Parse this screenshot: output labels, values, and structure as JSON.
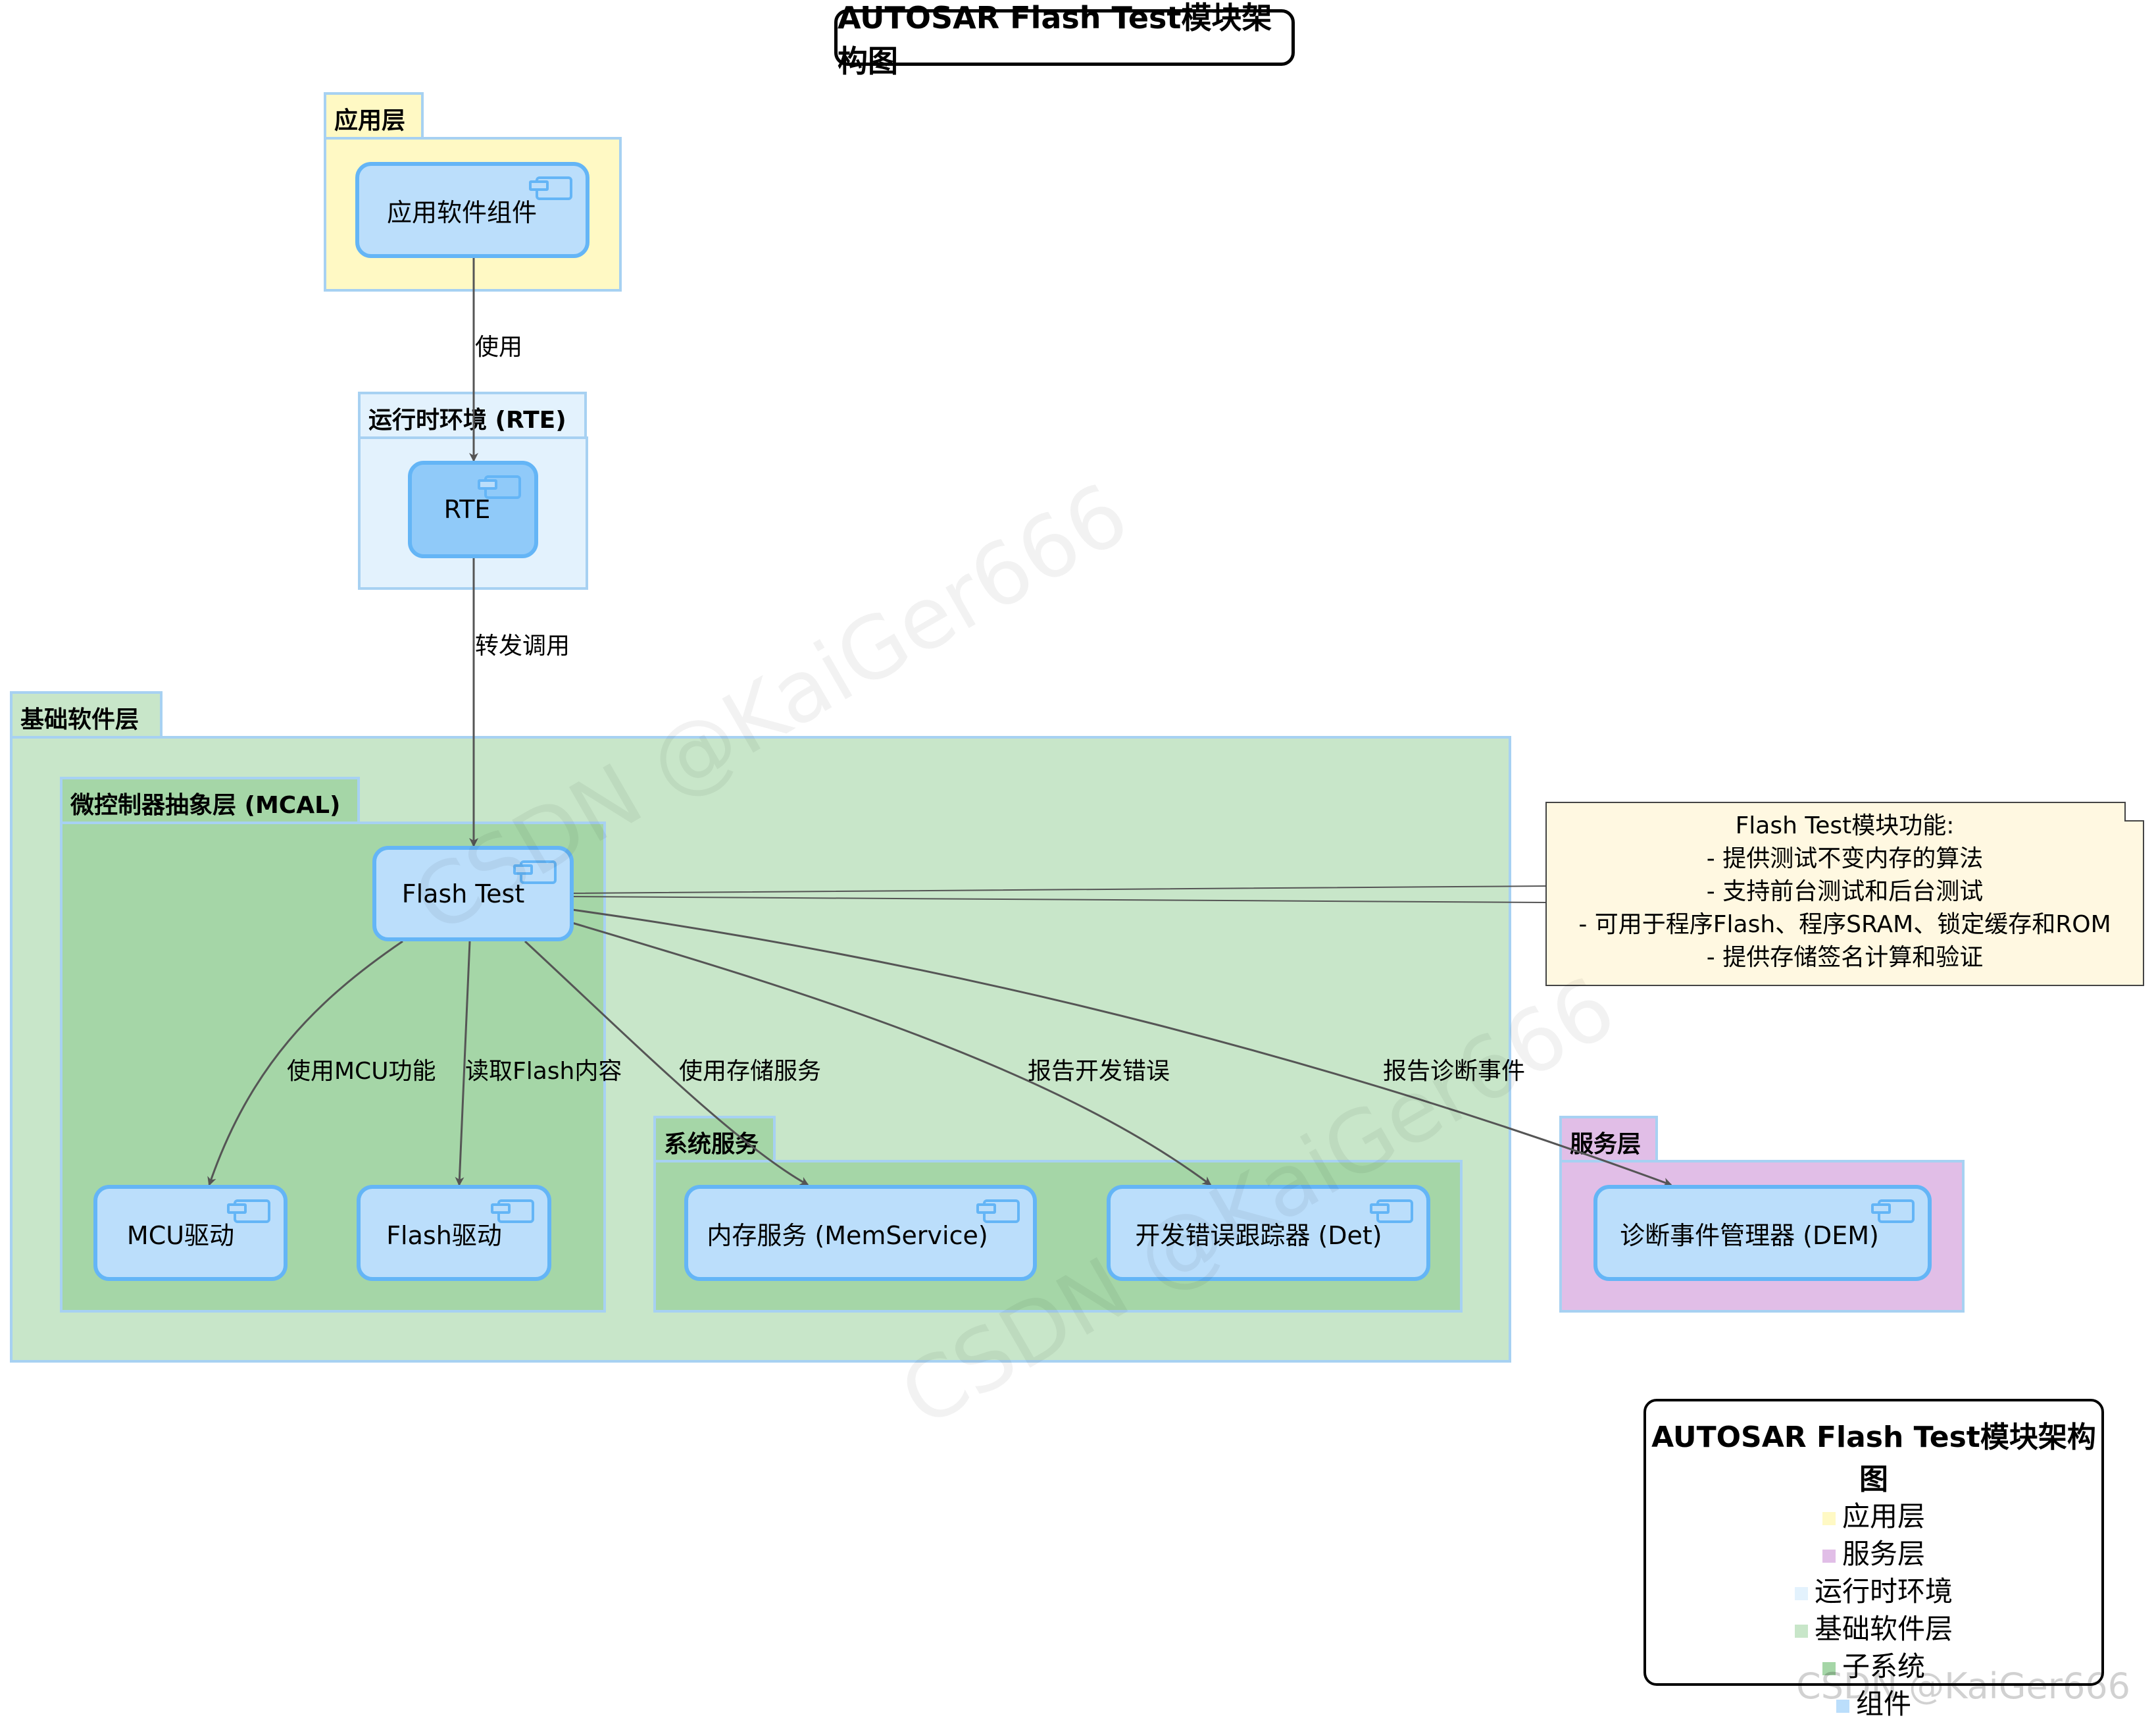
{
  "title": "AUTOSAR Flash Test模块架构图",
  "packages": {
    "app_layer": "应用层",
    "rte_layer": "运行时环境 (RTE)",
    "bsw_layer": "基础软件层",
    "mcal": "微控制器抽象层 (MCAL)",
    "sys_services": "系统服务",
    "service_layer": "服务层"
  },
  "components": {
    "app_swc": "应用软件组件",
    "rte": "RTE",
    "flash_test": "Flash Test",
    "mcu_driver": "MCU驱动",
    "flash_driver": "Flash驱动",
    "memservice": "内存服务 (MemService)",
    "det": "开发错误跟踪器 (Det)",
    "dem": "诊断事件管理器 (DEM)"
  },
  "edges": {
    "use": "使用",
    "forward": "转发调用",
    "use_mcu": "使用MCU功能",
    "read_flash": "读取Flash内容",
    "use_storage": "使用存储服务",
    "report_dev_error": "报告开发错误",
    "report_diag_event": "报告诊断事件"
  },
  "note": {
    "lines": [
      "Flash Test模块功能:",
      "- 提供测试不变内存的算法",
      "- 支持前台测试和后台测试",
      "- 可用于程序Flash、程序SRAM、锁定缓存和ROM",
      "- 提供存储签名计算和验证"
    ]
  },
  "legend": {
    "title": "AUTOSAR Flash Test模块架构图",
    "items": [
      {
        "label": "应用层",
        "color": "#fff9c4"
      },
      {
        "label": "服务层",
        "color": "#e1bee7"
      },
      {
        "label": "运行时环境",
        "color": "#e3f2fd"
      },
      {
        "label": "基础软件层",
        "color": "#c8e6c9"
      },
      {
        "label": "子系统",
        "color": "#a5d6a7"
      },
      {
        "label": "组件",
        "color": "#bbdefb"
      }
    ]
  },
  "colors": {
    "app_layer": "#fff9c4",
    "rte_layer": "#e3f2fd",
    "bsw_layer": "#c8e6c9",
    "subsystem": "#a5d6a7",
    "service_layer": "#e1bee7",
    "component": "#bbdefb",
    "component_border": "#64b5f6",
    "rte_component": "#90caf9",
    "note": "#fff8e1",
    "arrow": "#555555"
  },
  "watermark": "CSDN @KaiGer666"
}
